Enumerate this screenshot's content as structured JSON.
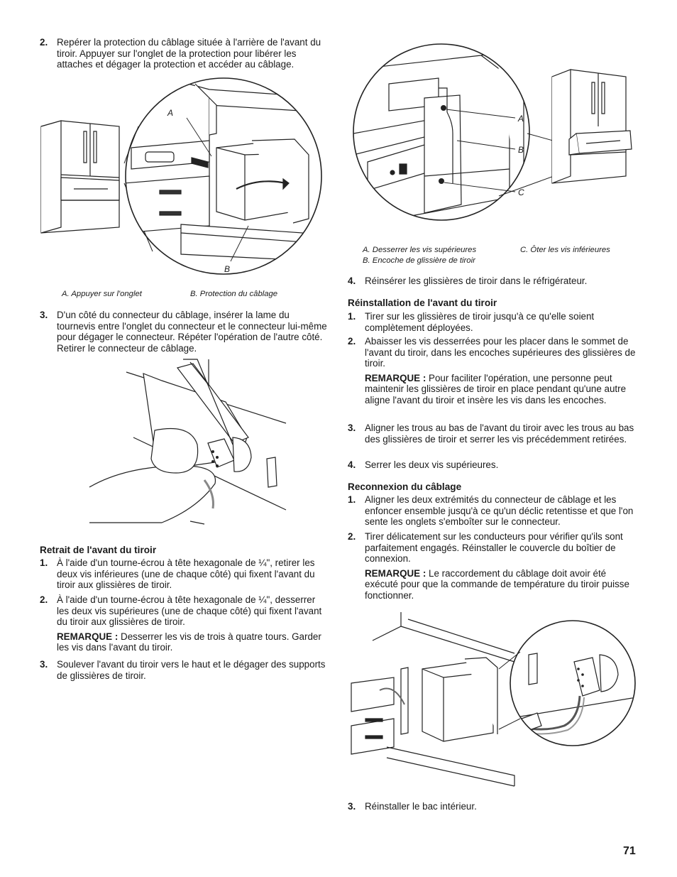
{
  "left": {
    "step2": {
      "num": "2.",
      "text": "Repérer la protection du câblage située à l'arrière de l'avant du tiroir. Appuyer sur l'onglet de la protection pour libérer les attaches et dégager la protection et accéder au câblage."
    },
    "figure1": {
      "label_a": "A",
      "label_b": "B",
      "caption_a": "A. Appuyer sur l'onglet",
      "caption_b": "B. Protection du câblage"
    },
    "step3": {
      "num": "3.",
      "text": "D'un côté du connecteur du câblage, insérer la lame du tournevis entre l'onglet du connecteur et le connecteur lui-même pour dégager le connecteur. Répéter l'opération de l'autre côté. Retirer le connecteur de câblage."
    },
    "retrait": {
      "heading": "Retrait de l'avant du tiroir",
      "steps": [
        {
          "num": "1.",
          "text": "À l'aide d'un tourne-écrou à tête hexagonale de ¼\", retirer les deux vis inférieures (une de chaque côté) qui fixent l'avant du tiroir aux glissières de tiroir."
        },
        {
          "num": "2.",
          "text": "À l'aide d'un tourne-écrou à tête hexagonale de ¼\", desserrer les deux vis supérieures (une de chaque côté) qui fixent l'avant du tiroir aux glissières de tiroir."
        },
        {
          "num": "3.",
          "text": "Soulever l'avant du tiroir vers le haut et le dégager des supports de glissières de tiroir."
        }
      ],
      "note_label": "REMARQUE :",
      "note_text": " Desserrer les vis de trois à quatre tours. Garder les vis dans l'avant du tiroir."
    }
  },
  "right": {
    "figure2": {
      "label_a": "A",
      "label_b": "B",
      "label_c": "C",
      "caption_a": "A. Desserrer les vis supérieures",
      "caption_b": "B. Encoche de glissière de tiroir",
      "caption_c": "C. Ôter les vis inférieures"
    },
    "step4": {
      "num": "4.",
      "text": "Réinsérer les glissières de tiroir dans le réfrigérateur."
    },
    "reinstallation": {
      "heading": "Réinstallation de l'avant du tiroir",
      "steps": [
        {
          "num": "1.",
          "text": "Tirer sur les glissières de tiroir jusqu'à ce qu'elle soient complètement déployées."
        },
        {
          "num": "2.",
          "text": "Abaisser les vis desserrées pour les placer dans le sommet de l'avant du tiroir, dans les encoches supérieures des glissières de tiroir."
        },
        {
          "num": "3.",
          "text": "Aligner les trous au bas de l'avant du tiroir avec les trous au bas des glissières de tiroir et serrer les vis précédemment retirées."
        },
        {
          "num": "4.",
          "text": "Serrer les deux vis supérieures."
        }
      ],
      "note_label": "REMARQUE :",
      "note_text": " Pour faciliter l'opération, une personne peut maintenir les glissières de tiroir en place pendant qu'une autre aligne l'avant du tiroir et insère les vis dans les encoches."
    },
    "reconnexion": {
      "heading": "Reconnexion du câblage",
      "steps": [
        {
          "num": "1.",
          "text": "Aligner les deux extrémités du connecteur de câblage et les enfoncer ensemble jusqu'à ce qu'un déclic retentisse et que l'on sente les onglets s'emboîter sur le connecteur."
        },
        {
          "num": "2.",
          "text": "Tirer délicatement sur les conducteurs pour vérifier qu'ils sont parfaitement engagés. Réinstaller le couvercle du boîtier de connexion."
        }
      ],
      "note_label": "REMARQUE :",
      "note_text": " Le raccordement du câblage doit avoir été exécuté pour que la commande de température du tiroir puisse fonctionner."
    },
    "step3_final": {
      "num": "3.",
      "text": " Réinstaller le bac intérieur."
    }
  },
  "page_number": "71"
}
